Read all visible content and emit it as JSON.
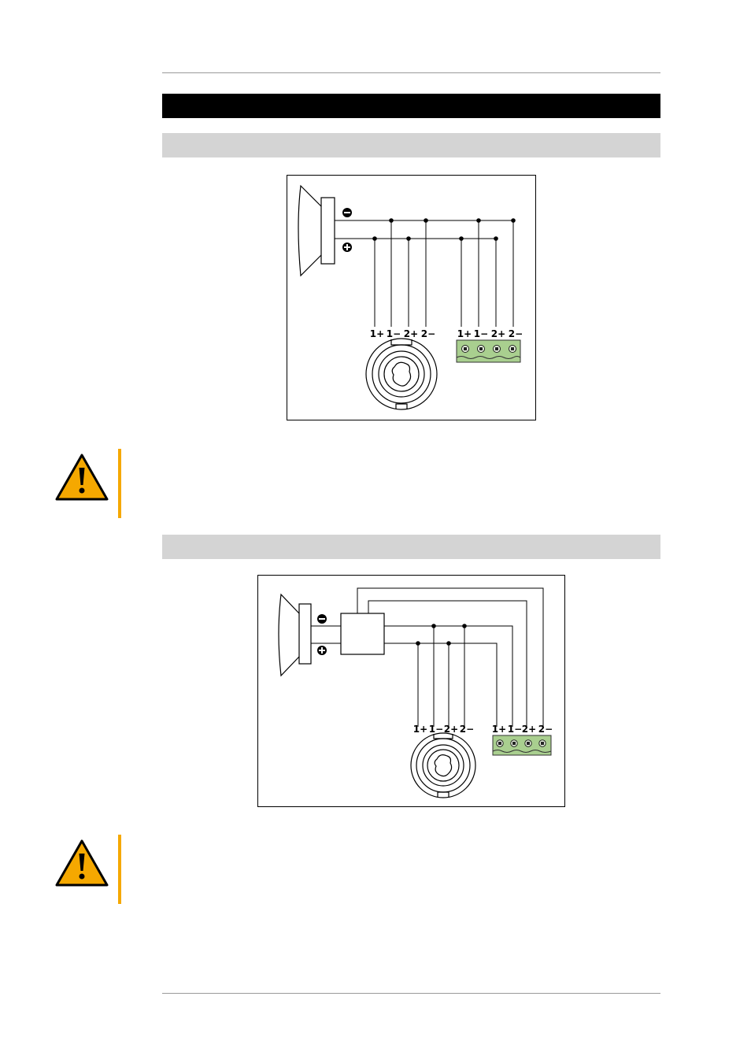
{
  "diagram1": {
    "speakon_pins": [
      "1+",
      "1−",
      "2+",
      "2−"
    ],
    "terminal_pins": [
      "1+",
      "1−",
      "2+",
      "2−"
    ]
  },
  "diagram2": {
    "speakon_pins": [
      "1+",
      "1−",
      "2+",
      "2−"
    ],
    "terminal_pins": [
      "1+",
      "1−",
      "2+",
      "2−"
    ]
  },
  "colors": {
    "warning": "#f5a800",
    "terminal_block": "#a9cf8f",
    "section_bar": "#d4d4d4"
  },
  "icons": [
    "warning-triangle-icon",
    "speaker-icon",
    "minus-circle-icon",
    "plus-circle-icon",
    "speakon-connector-icon",
    "terminal-block-icon"
  ]
}
